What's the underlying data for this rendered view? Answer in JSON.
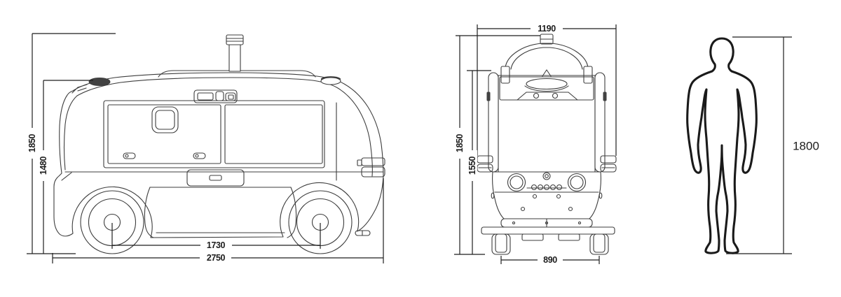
{
  "colors": {
    "background": "#ffffff",
    "drawing_line": "#3d3d3d",
    "dimension_line": "#1f1f1f",
    "sensor_dome_fill": "#424242"
  },
  "side_view": {
    "overall_height_mm": "1850",
    "body_height_mm": "1480",
    "wheelbase_mm": "1730",
    "overall_length_mm": "2750"
  },
  "front_view": {
    "overall_width_mm": "1190",
    "overall_height_mm": "1850",
    "body_height_mm": "1550",
    "track_width_mm": "890"
  },
  "human_reference": {
    "height_mm": "1800"
  }
}
